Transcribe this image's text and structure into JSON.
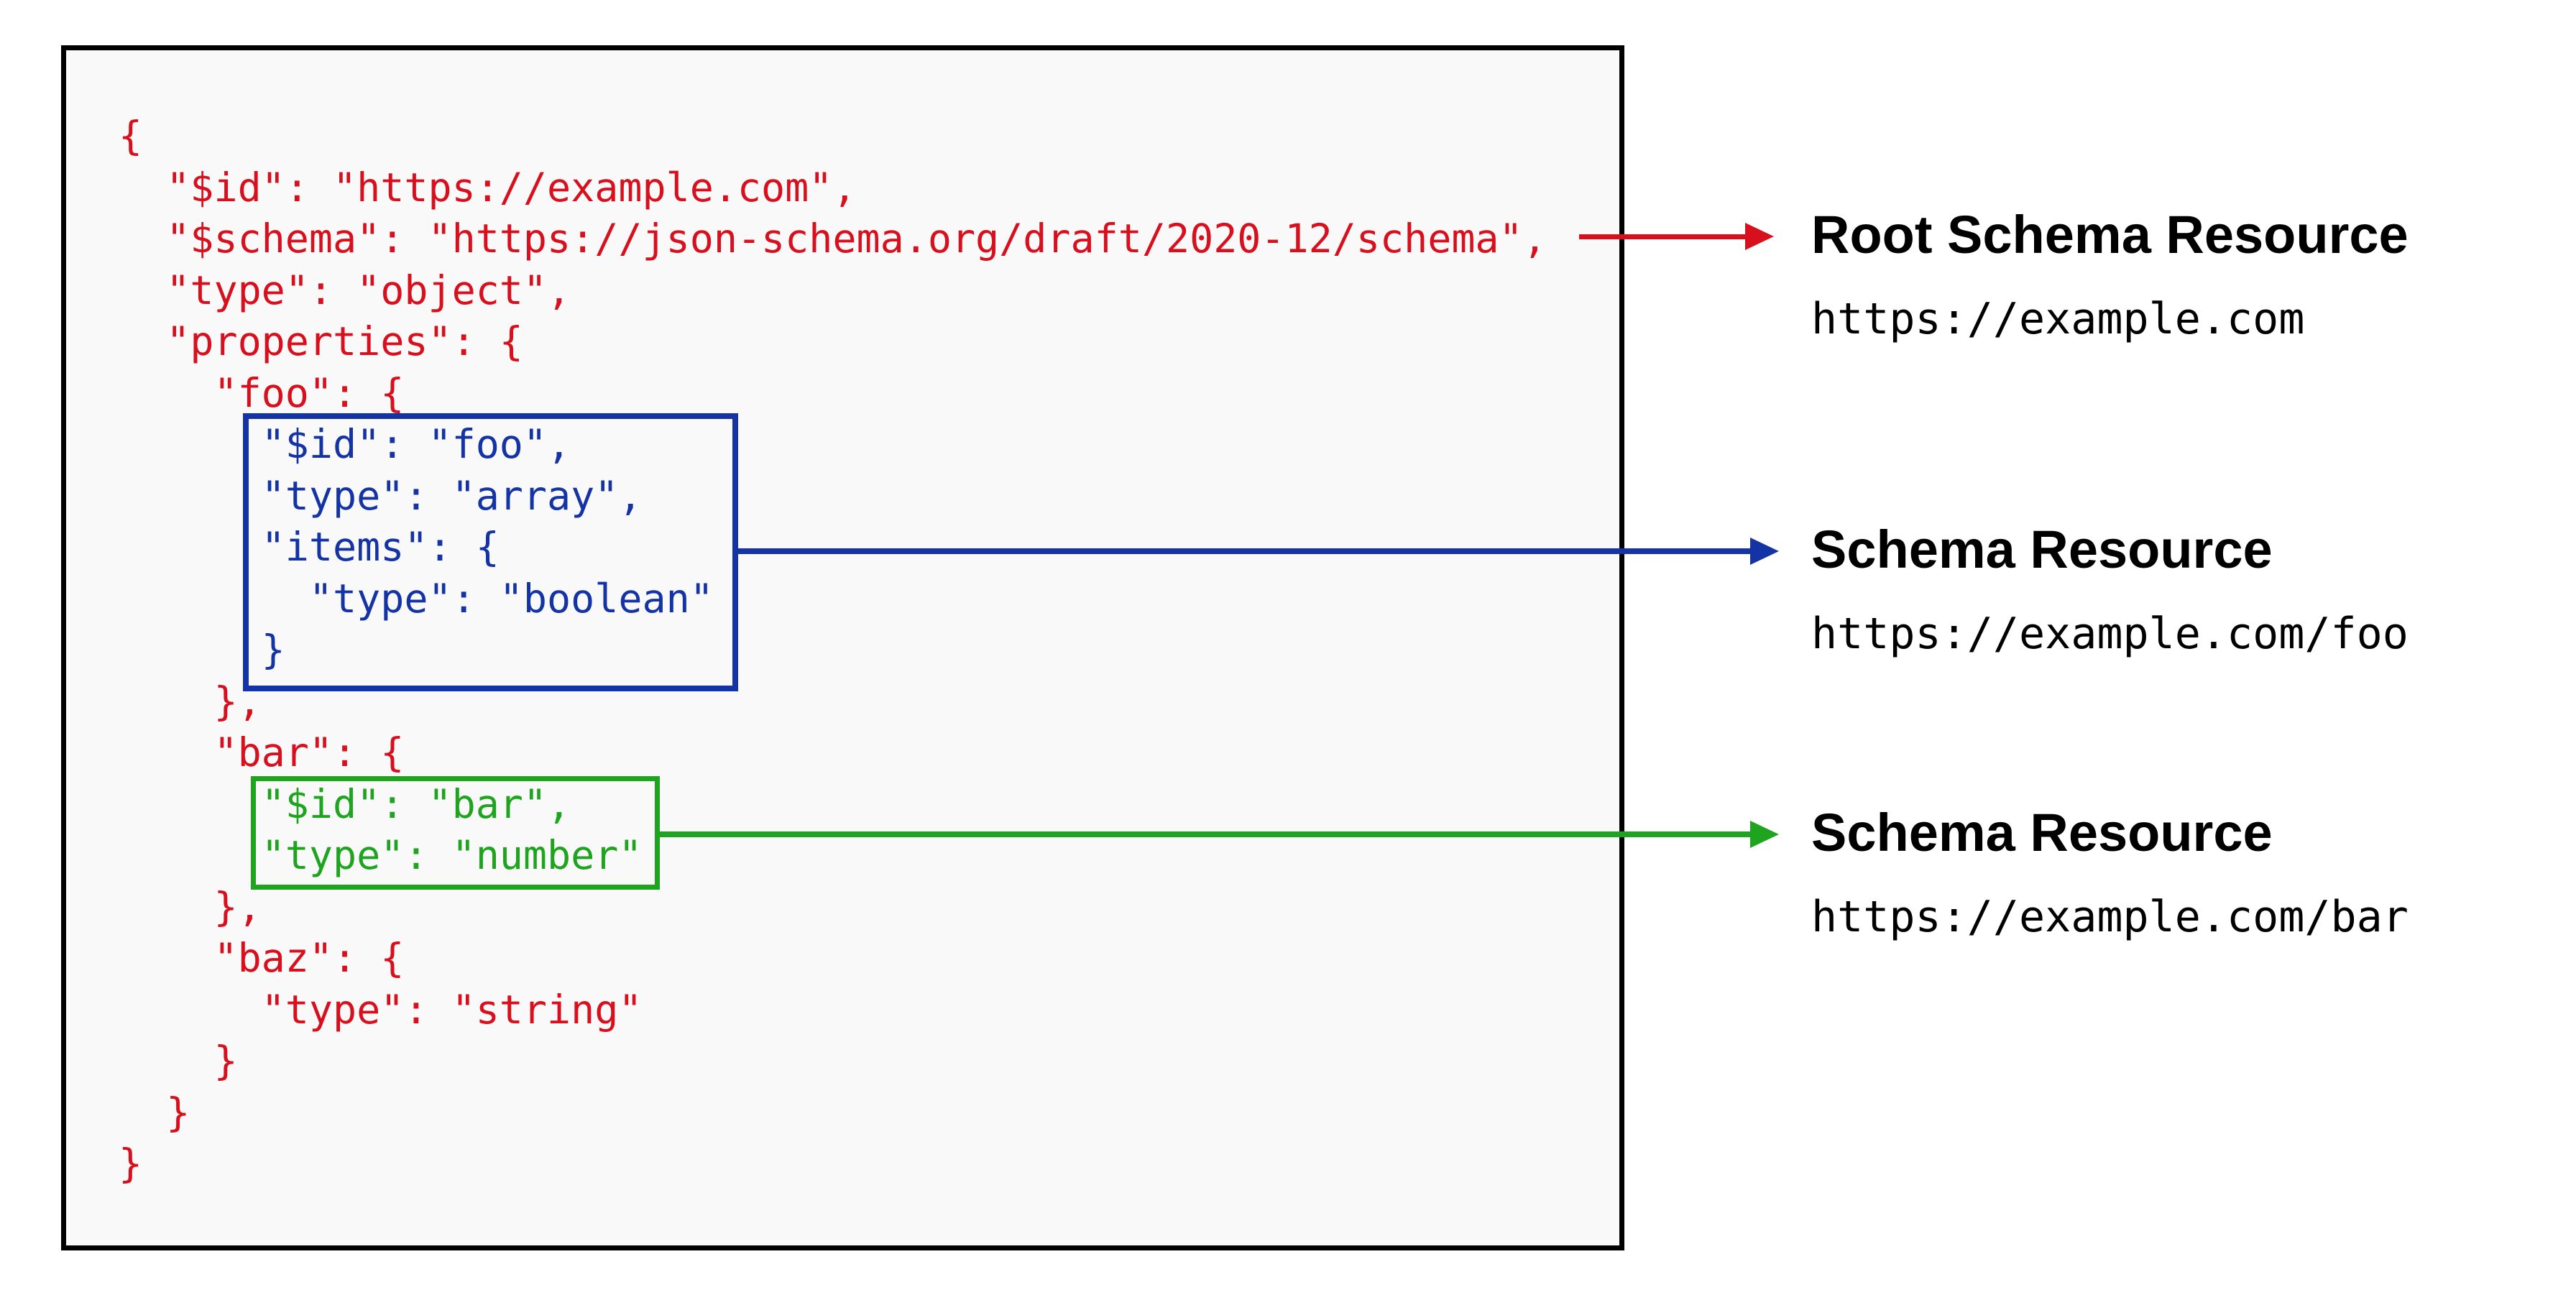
{
  "diagram": {
    "description": "JSON Schema resources diagram",
    "colors": {
      "root_schema_red": "#d8101e",
      "foo_schema_blue": "#1433a5",
      "bar_schema_green": "#1fa41f",
      "panel_border": "#000000",
      "panel_background": "#f9f9f9"
    },
    "code_lines": [
      {
        "text": "{",
        "color": "red"
      },
      {
        "text": "  \"$id\": \"https://example.com\",",
        "color": "red"
      },
      {
        "text": "  \"$schema\": \"https://json-schema.org/draft/2020-12/schema\",",
        "color": "red"
      },
      {
        "text": "  \"type\": \"object\",",
        "color": "red"
      },
      {
        "text": "  \"properties\": {",
        "color": "red"
      },
      {
        "text": "    \"foo\": {",
        "color": "red"
      },
      {
        "text": "      \"$id\": \"foo\",",
        "color": "blue"
      },
      {
        "text": "      \"type\": \"array\",",
        "color": "blue"
      },
      {
        "text": "      \"items\": {",
        "color": "blue"
      },
      {
        "text": "        \"type\": \"boolean\"",
        "color": "blue"
      },
      {
        "text": "      }",
        "color": "blue"
      },
      {
        "text": "    },",
        "color": "red"
      },
      {
        "text": "    \"bar\": {",
        "color": "red"
      },
      {
        "text": "      \"$id\": \"bar\",",
        "color": "green"
      },
      {
        "text": "      \"type\": \"number\"",
        "color": "green"
      },
      {
        "text": "    },",
        "color": "red"
      },
      {
        "text": "    \"baz\": {",
        "color": "red"
      },
      {
        "text": "      \"type\": \"string\"",
        "color": "red"
      },
      {
        "text": "    }",
        "color": "red"
      },
      {
        "text": "  }",
        "color": "red"
      },
      {
        "text": "}",
        "color": "red"
      }
    ],
    "annotations": [
      {
        "title": "Root Schema Resource",
        "url": "https://example.com",
        "arrow_color": "#d8101e"
      },
      {
        "title": "Schema Resource",
        "url": "https://example.com/foo",
        "arrow_color": "#1433a5"
      },
      {
        "title": "Schema Resource",
        "url": "https://example.com/bar",
        "arrow_color": "#1fa41f"
      }
    ]
  }
}
